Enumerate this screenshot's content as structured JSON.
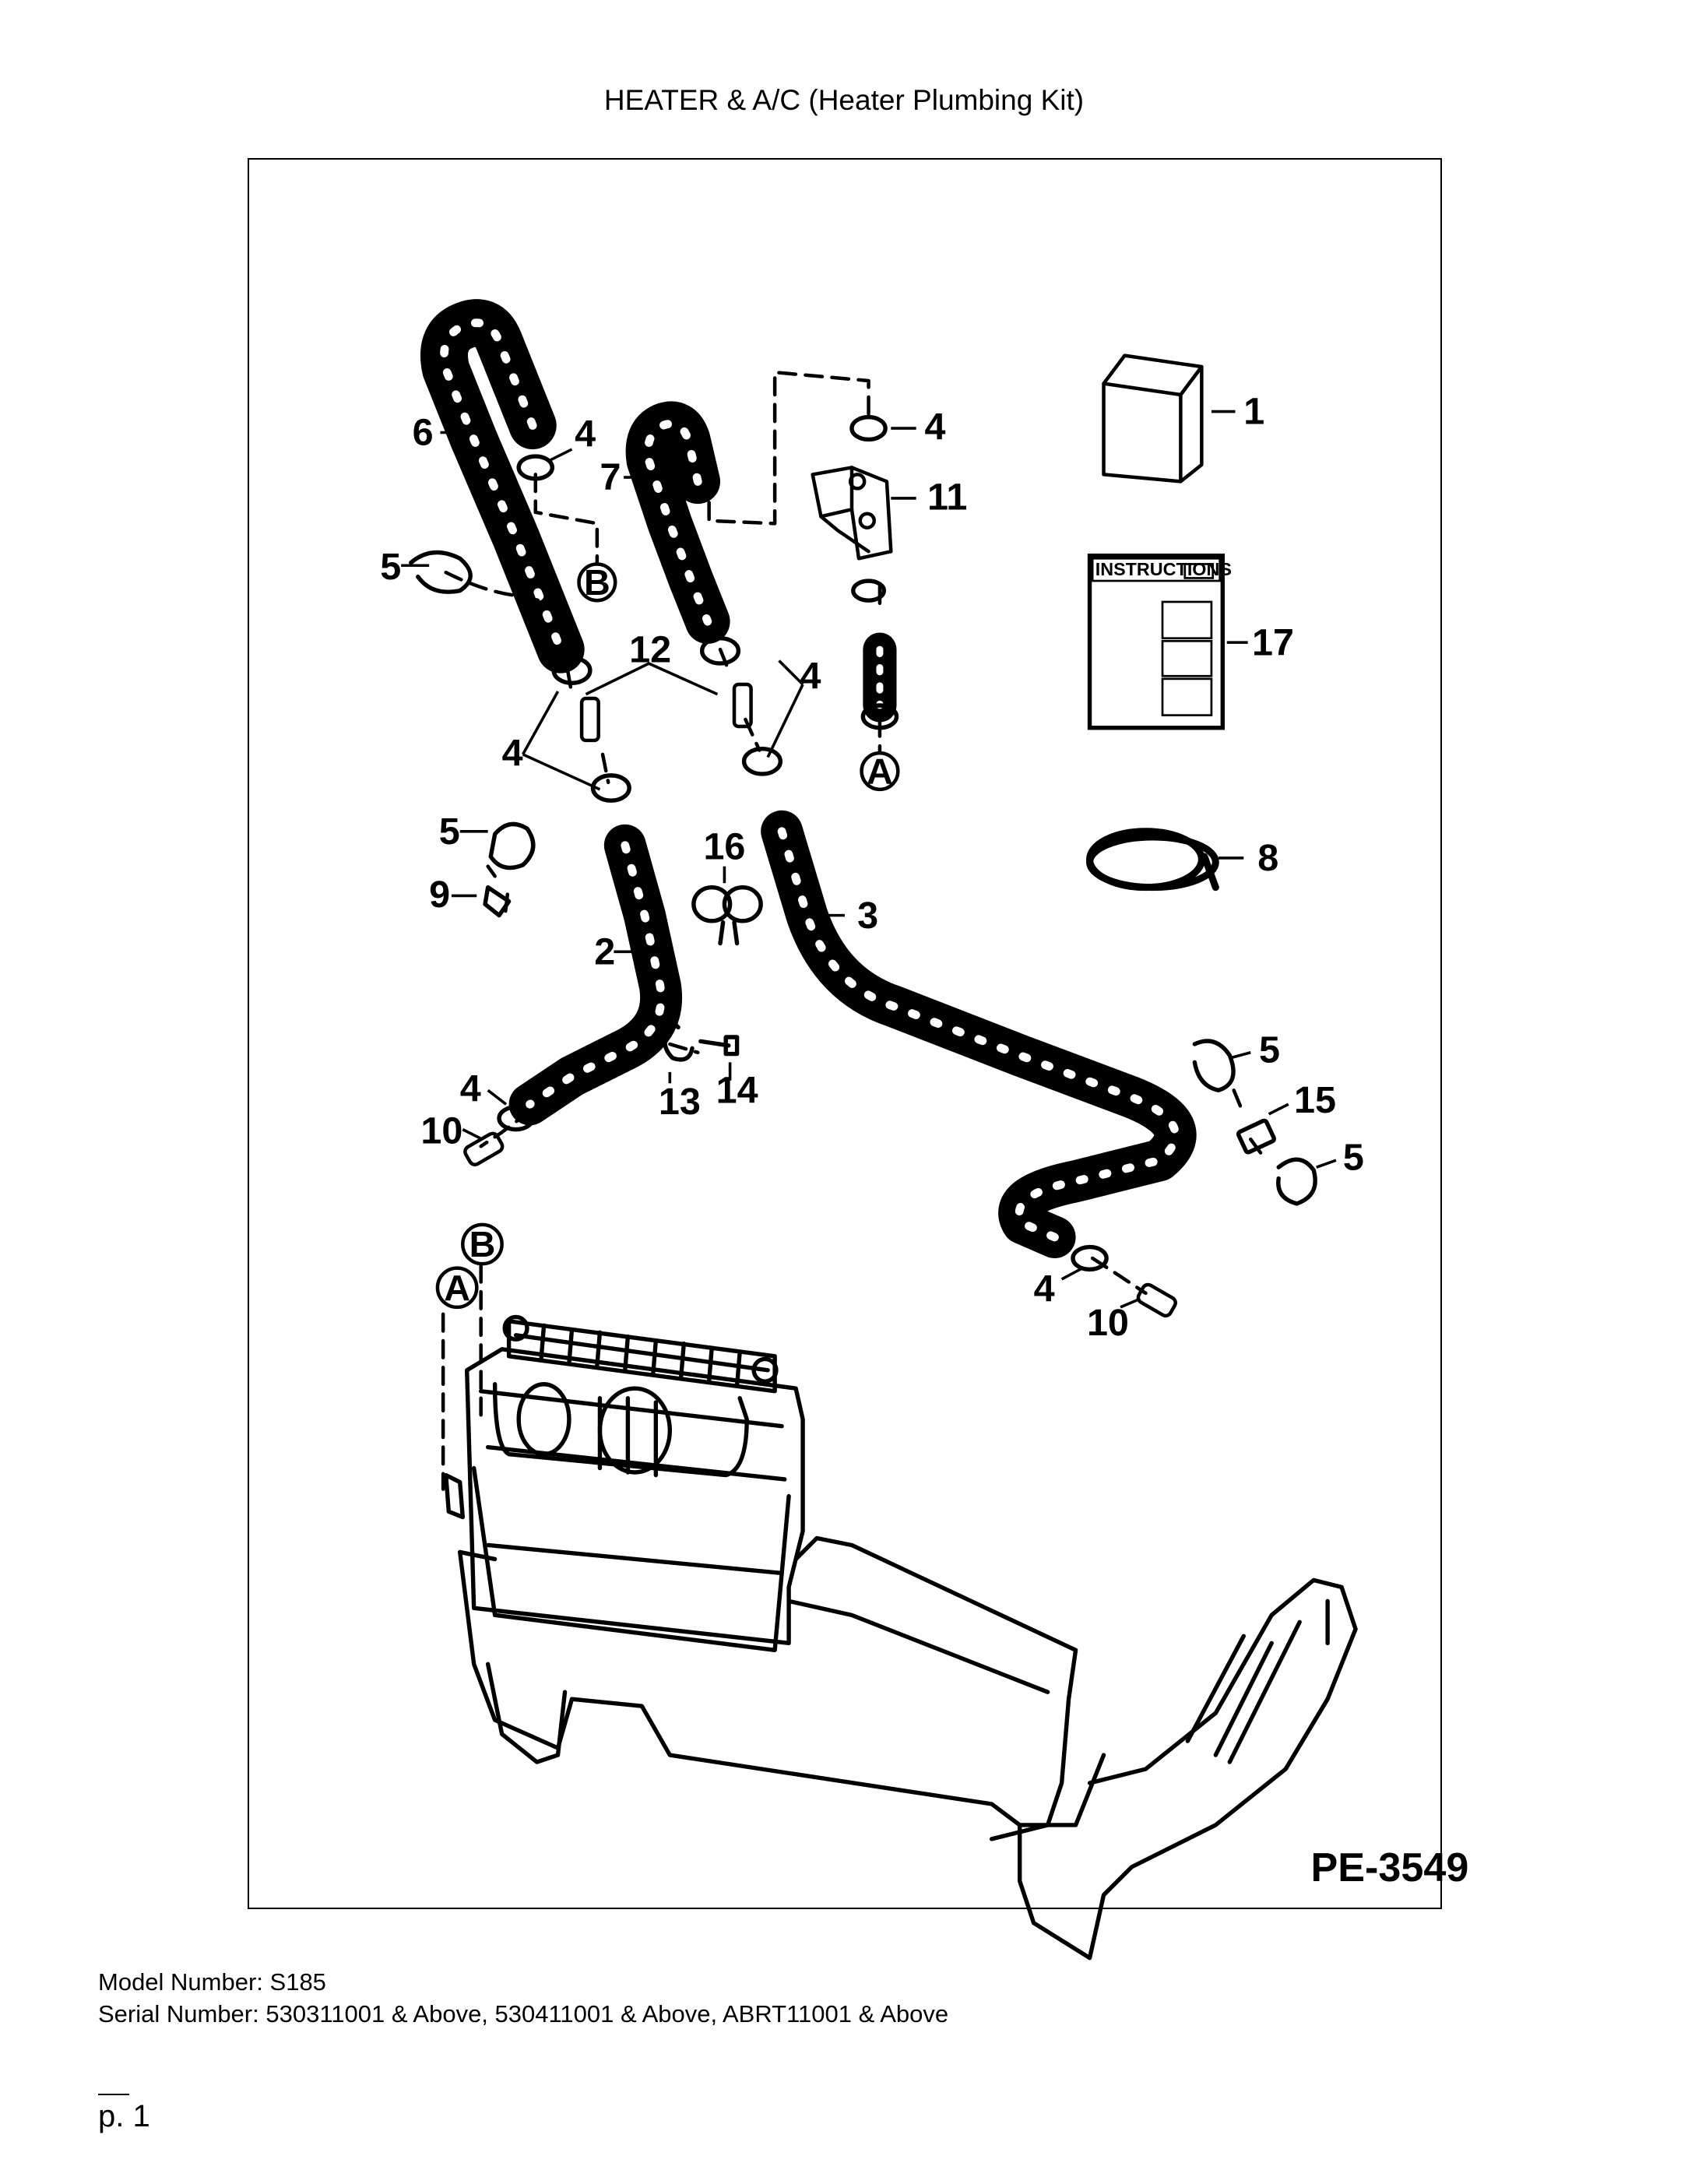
{
  "page_title": "HEATER & A/C (Heater Plumbing Kit)",
  "diagram": {
    "reference_code": "PE-3549",
    "instructions_label": "INSTRUCTIONS",
    "connector_letters": {
      "a": "A",
      "b": "B"
    },
    "callouts": {
      "c1": "1",
      "c2": "2",
      "c3": "3",
      "c4a": "4",
      "c4b": "4",
      "c4c": "4",
      "c4d": "4",
      "c4e": "4",
      "c4f": "4",
      "c5a": "5",
      "c5b": "5",
      "c5c": "5",
      "c5d": "5",
      "c6": "6",
      "c7": "7",
      "c8": "8",
      "c9": "9",
      "c10a": "10",
      "c10b": "10",
      "c11": "11",
      "c12": "12",
      "c13": "13",
      "c14": "14",
      "c15": "15",
      "c16": "16",
      "c17": "17"
    }
  },
  "model": {
    "line": "Model Number: S185"
  },
  "serial": {
    "line": "Serial Number: 530311001 & Above, 530411001 & Above, ABRT11001 & Above"
  },
  "page_number": "p. 1"
}
